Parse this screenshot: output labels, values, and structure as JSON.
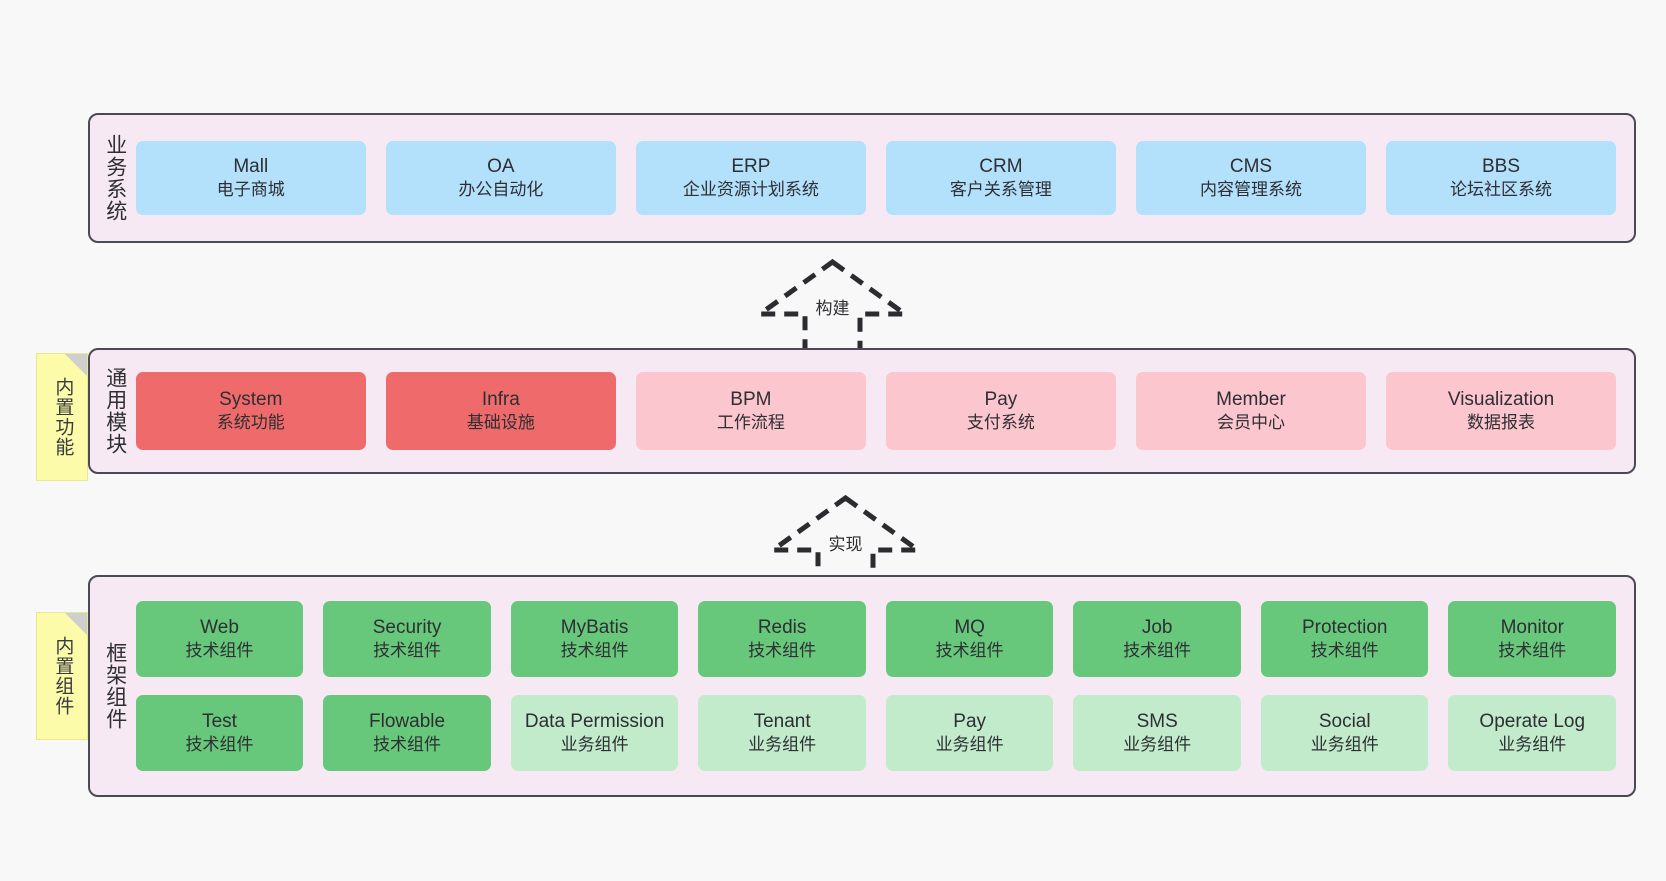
{
  "diagram": {
    "background_color": "#f8f8f8",
    "layer_fill": "#f7e9f3",
    "layer_border": "#4a4a55",
    "sticky_color": "#fbfbaa"
  },
  "layers": [
    {
      "id": "business",
      "title": "业务系统",
      "rows": [
        [
          {
            "title": "Mall",
            "sub": "电子商城",
            "color": "#b3e0fb",
            "style": "c-blue"
          },
          {
            "title": "OA",
            "sub": "办公自动化",
            "color": "#b3e0fb",
            "style": "c-blue"
          },
          {
            "title": "ERP",
            "sub": "企业资源计划系统",
            "color": "#b3e0fb",
            "style": "c-blue"
          },
          {
            "title": "CRM",
            "sub": "客户关系管理",
            "color": "#b3e0fb",
            "style": "c-blue"
          },
          {
            "title": "CMS",
            "sub": "内容管理系统",
            "color": "#b3e0fb",
            "style": "c-blue"
          },
          {
            "title": "BBS",
            "sub": "论坛社区系统",
            "color": "#b3e0fb",
            "style": "c-blue"
          }
        ]
      ]
    },
    {
      "id": "module",
      "title": "通用模块",
      "sticky": "内置功能",
      "rows": [
        [
          {
            "title": "System",
            "sub": "系统功能",
            "color": "#ef6b6b",
            "style": "c-red"
          },
          {
            "title": "Infra",
            "sub": "基础设施",
            "color": "#ef6b6b",
            "style": "c-red"
          },
          {
            "title": "BPM",
            "sub": "工作流程",
            "color": "#fbc6ce",
            "style": "c-pink"
          },
          {
            "title": "Pay",
            "sub": "支付系统",
            "color": "#fbc6ce",
            "style": "c-pink"
          },
          {
            "title": "Member",
            "sub": "会员中心",
            "color": "#fbc6ce",
            "style": "c-pink"
          },
          {
            "title": "Visualization",
            "sub": "数据报表",
            "color": "#fbc6ce",
            "style": "c-pink"
          }
        ]
      ]
    },
    {
      "id": "frame",
      "title": "框架组件",
      "sticky": "内置组件",
      "rows": [
        [
          {
            "title": "Web",
            "sub": "技术组件",
            "color": "#67c87c",
            "style": "c-green"
          },
          {
            "title": "Security",
            "sub": "技术组件",
            "color": "#67c87c",
            "style": "c-green"
          },
          {
            "title": "MyBatis",
            "sub": "技术组件",
            "color": "#67c87c",
            "style": "c-green"
          },
          {
            "title": "Redis",
            "sub": "技术组件",
            "color": "#67c87c",
            "style": "c-green"
          },
          {
            "title": "MQ",
            "sub": "技术组件",
            "color": "#67c87c",
            "style": "c-green"
          },
          {
            "title": "Job",
            "sub": "技术组件",
            "color": "#67c87c",
            "style": "c-green"
          },
          {
            "title": "Protection",
            "sub": "技术组件",
            "color": "#67c87c",
            "style": "c-green"
          },
          {
            "title": "Monitor",
            "sub": "技术组件",
            "color": "#67c87c",
            "style": "c-green"
          }
        ],
        [
          {
            "title": "Test",
            "sub": "技术组件",
            "color": "#67c87c",
            "style": "c-green"
          },
          {
            "title": "Flowable",
            "sub": "技术组件",
            "color": "#67c87c",
            "style": "c-green"
          },
          {
            "title": "Data Permission",
            "sub": "业务组件",
            "color": "#c2ebcb",
            "style": "c-lightgreen"
          },
          {
            "title": "Tenant",
            "sub": "业务组件",
            "color": "#c2ebcb",
            "style": "c-lightgreen"
          },
          {
            "title": "Pay",
            "sub": "业务组件",
            "color": "#c2ebcb",
            "style": "c-lightgreen"
          },
          {
            "title": "SMS",
            "sub": "业务组件",
            "color": "#c2ebcb",
            "style": "c-lightgreen"
          },
          {
            "title": "Social",
            "sub": "业务组件",
            "color": "#c2ebcb",
            "style": "c-lightgreen"
          },
          {
            "title": "Operate Log",
            "sub": "业务组件",
            "color": "#c2ebcb",
            "style": "c-lightgreen"
          }
        ]
      ]
    }
  ],
  "connectors": [
    {
      "id": "build",
      "label": "构建",
      "style": "dashed-hollow-arrow-up"
    },
    {
      "id": "impl",
      "label": "实现",
      "style": "dashed-hollow-arrow-up"
    }
  ]
}
